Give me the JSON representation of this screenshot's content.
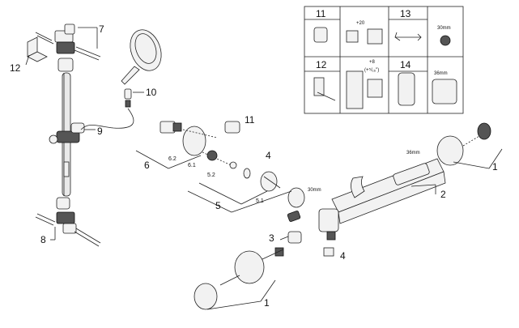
{
  "callouts": {
    "n7": "7",
    "n12a": "12",
    "n10": "10",
    "n9": "9",
    "n8": "8",
    "n11": "11",
    "n6": "6",
    "n5": "5",
    "n4a": "4",
    "n3": "3",
    "n4b": "4",
    "n2": "2",
    "n1a": "1",
    "n1b": "1"
  },
  "dims": {
    "d62": "6.2",
    "d61": "6.1",
    "d52": "5.2",
    "d51": "5.1",
    "d30a": "30mm",
    "d36a": "36mm"
  },
  "table": {
    "c11": "11",
    "c13": "13",
    "c12": "12",
    "c14": "14",
    "m20": "+20",
    "m8": "+8",
    "m716": "(+⁵/₁₆\")",
    "m30": "30mm",
    "m36": "36mm"
  }
}
